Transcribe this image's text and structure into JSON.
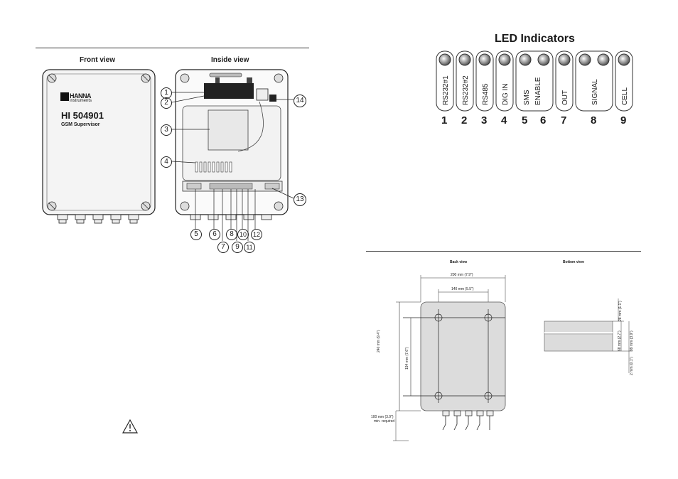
{
  "left_page": {
    "front_view_title": "Front view",
    "inside_view_title": "Inside view",
    "brand_line1": "HANNA",
    "brand_line2": "instruments",
    "model": "HI 504901",
    "product_name": "GSM Supervisor",
    "callouts_left": [
      "1",
      "2",
      "3",
      "4"
    ],
    "callouts_right": [
      "14",
      "13"
    ],
    "callouts_bottom_top": [
      "5",
      "6",
      "8",
      "10",
      "12"
    ],
    "callouts_bottom_low": [
      "7",
      "9",
      "11"
    ]
  },
  "led_section": {
    "title": "LED Indicators",
    "leds": [
      {
        "label": "RS232#1",
        "number": "1"
      },
      {
        "label": "RS232#2",
        "number": "2"
      },
      {
        "label": "RS485",
        "number": "3"
      },
      {
        "label": "DIG IN",
        "number": "4"
      },
      {
        "label": "SMS",
        "number": "5"
      },
      {
        "label": "ENABLE",
        "number": "6"
      },
      {
        "label": "OUT",
        "number": "7"
      },
      {
        "label": "SIGNAL",
        "number": "8"
      },
      {
        "label": "CELL",
        "number": "9"
      }
    ]
  },
  "back_view": {
    "title": "Back view",
    "dim_width": "200 mm (7.9\")",
    "dim_hole_spacing": "140 mm (5.5\")",
    "dim_height": "240 mm (9.4\")",
    "dim_hole_height": "194 mm (7.6\")",
    "clearance_line1": "100 mm (3.9\")",
    "clearance_line2": "min. required"
  },
  "bottom_view": {
    "title": "Bottom view",
    "dim_top": "28 mm (1.1\")",
    "dim_mid": "68 mm (2.7\")",
    "dim_depth": "99 mm (3.9\")",
    "dim_bottom": "2 mm (0.1\")"
  }
}
